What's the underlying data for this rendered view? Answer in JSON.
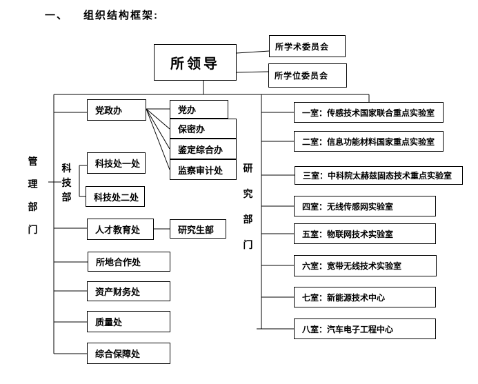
{
  "page": {
    "heading_number": "一、",
    "heading_title": "组织结构框架:"
  },
  "top": {
    "leader": "所领导",
    "committees": [
      {
        "label": "所学术委员会"
      },
      {
        "label": "所学位委员会"
      }
    ]
  },
  "management": {
    "group_label": "管理部门",
    "keji_group_label": "科技部",
    "boxes": {
      "dangzhengban": "党政办",
      "dangban": "党办",
      "baomiban": "保密办",
      "jiandingzonghe": "鉴定综合办",
      "jianchashenji": "监察审计处",
      "kejichu1": "科技处一处",
      "kejichu2": "科技处二处",
      "rencaijiaoyu": "人才教育处",
      "yanjiushengbu": "研究生部",
      "suodihezuo": "所地合作处",
      "zichancaiwu": "资产财务处",
      "zhiliangchu": "质量处",
      "zonghebaozhang": "综合保障处"
    }
  },
  "research": {
    "group_label": "研究部门",
    "rooms": [
      {
        "label": "一室：传感技术国家联合重点实验室"
      },
      {
        "label": "二室：信息功能材料国家重点实验室"
      },
      {
        "label": "三室：中科院太赫兹固态技术重点实验室"
      },
      {
        "label": "四室：无线传感网实验室"
      },
      {
        "label": "五室：物联网技术实验室"
      },
      {
        "label": "六室：宽带无线技术实验室"
      },
      {
        "label": "七室：新能源技术中心"
      },
      {
        "label": "八室：汽车电子工程中心"
      }
    ]
  },
  "colors": {
    "background": "#ffffff",
    "line": "#000000",
    "text": "#000000"
  }
}
